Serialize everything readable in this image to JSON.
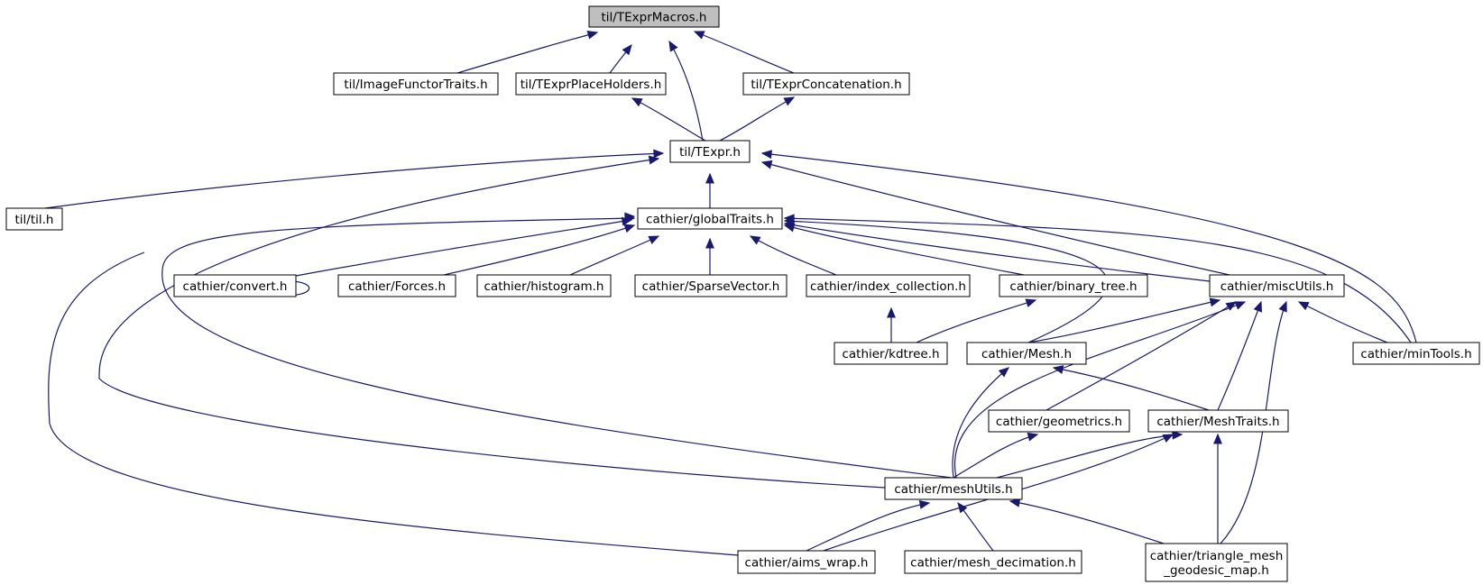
{
  "diagram": {
    "type": "include-dependency-graph",
    "nodes": [
      {
        "id": "texprmacros",
        "label": "til/TExprMacros.h",
        "root": true
      },
      {
        "id": "imagefunctortraits",
        "label": "til/ImageFunctorTraits.h"
      },
      {
        "id": "texprplaceholders",
        "label": "til/TExprPlaceHolders.h"
      },
      {
        "id": "texprconcatenation",
        "label": "til/TExprConcatenation.h"
      },
      {
        "id": "texpr",
        "label": "til/TExpr.h"
      },
      {
        "id": "til",
        "label": "til/til.h"
      },
      {
        "id": "globaltraits",
        "label": "cathier/globalTraits.h"
      },
      {
        "id": "convert",
        "label": "cathier/convert.h"
      },
      {
        "id": "forces",
        "label": "cathier/Forces.h"
      },
      {
        "id": "histogram",
        "label": "cathier/histogram.h"
      },
      {
        "id": "sparsevector",
        "label": "cathier/SparseVector.h"
      },
      {
        "id": "indexcollection",
        "label": "cathier/index_collection.h"
      },
      {
        "id": "binarytree",
        "label": "cathier/binary_tree.h"
      },
      {
        "id": "miscutils",
        "label": "cathier/miscUtils.h"
      },
      {
        "id": "kdtree",
        "label": "cathier/kdtree.h"
      },
      {
        "id": "mesh",
        "label": "cathier/Mesh.h"
      },
      {
        "id": "mintools",
        "label": "cathier/minTools.h"
      },
      {
        "id": "geometrics",
        "label": "cathier/geometrics.h"
      },
      {
        "id": "meshtraits",
        "label": "cathier/MeshTraits.h"
      },
      {
        "id": "meshutils",
        "label": "cathier/meshUtils.h"
      },
      {
        "id": "aimswrap",
        "label": "cathier/aims_wrap.h"
      },
      {
        "id": "meshdecimation",
        "label": "cathier/mesh_decimation.h"
      },
      {
        "id": "trianglemesh",
        "label": [
          "cathier/triangle_mesh",
          "_geodesic_map.h"
        ]
      }
    ],
    "edges": [
      [
        "imagefunctortraits",
        "texprmacros"
      ],
      [
        "texprplaceholders",
        "texprmacros"
      ],
      [
        "texpr",
        "texprmacros"
      ],
      [
        "texprconcatenation",
        "texprmacros"
      ],
      [
        "texpr",
        "texprplaceholders"
      ],
      [
        "texpr",
        "texprconcatenation"
      ],
      [
        "til",
        "texpr"
      ],
      [
        "globaltraits",
        "texpr"
      ],
      [
        "meshutils",
        "texpr"
      ],
      [
        "miscutils",
        "texpr"
      ],
      [
        "mintools",
        "texpr"
      ],
      [
        "convert",
        "globaltraits"
      ],
      [
        "forces",
        "globaltraits"
      ],
      [
        "histogram",
        "globaltraits"
      ],
      [
        "sparsevector",
        "globaltraits"
      ],
      [
        "indexcollection",
        "globaltraits"
      ],
      [
        "binarytree",
        "globaltraits"
      ],
      [
        "miscutils",
        "globaltraits"
      ],
      [
        "mesh",
        "globaltraits"
      ],
      [
        "mintools",
        "globaltraits"
      ],
      [
        "meshutils",
        "globaltraits"
      ],
      [
        "aimswrap",
        "globaltraits"
      ],
      [
        "convert",
        "convert"
      ],
      [
        "kdtree",
        "indexcollection"
      ],
      [
        "kdtree",
        "binarytree"
      ],
      [
        "mesh",
        "miscutils"
      ],
      [
        "mintools",
        "miscutils"
      ],
      [
        "geometrics",
        "miscutils"
      ],
      [
        "meshtraits",
        "miscutils"
      ],
      [
        "meshutils",
        "miscutils"
      ],
      [
        "trianglemesh",
        "miscutils"
      ],
      [
        "meshtraits",
        "mesh"
      ],
      [
        "meshutils",
        "mesh"
      ],
      [
        "meshutils",
        "geometrics"
      ],
      [
        "meshutils",
        "meshtraits"
      ],
      [
        "aimswrap",
        "meshtraits"
      ],
      [
        "trianglemesh",
        "meshtraits"
      ],
      [
        "aimswrap",
        "meshutils"
      ],
      [
        "meshdecimation",
        "meshutils"
      ],
      [
        "trianglemesh",
        "meshutils"
      ]
    ]
  },
  "colors": {
    "edge": "#191970",
    "root_fill": "#bfbfbf",
    "node_fill": "#ffffff",
    "node_stroke": "#000000"
  }
}
